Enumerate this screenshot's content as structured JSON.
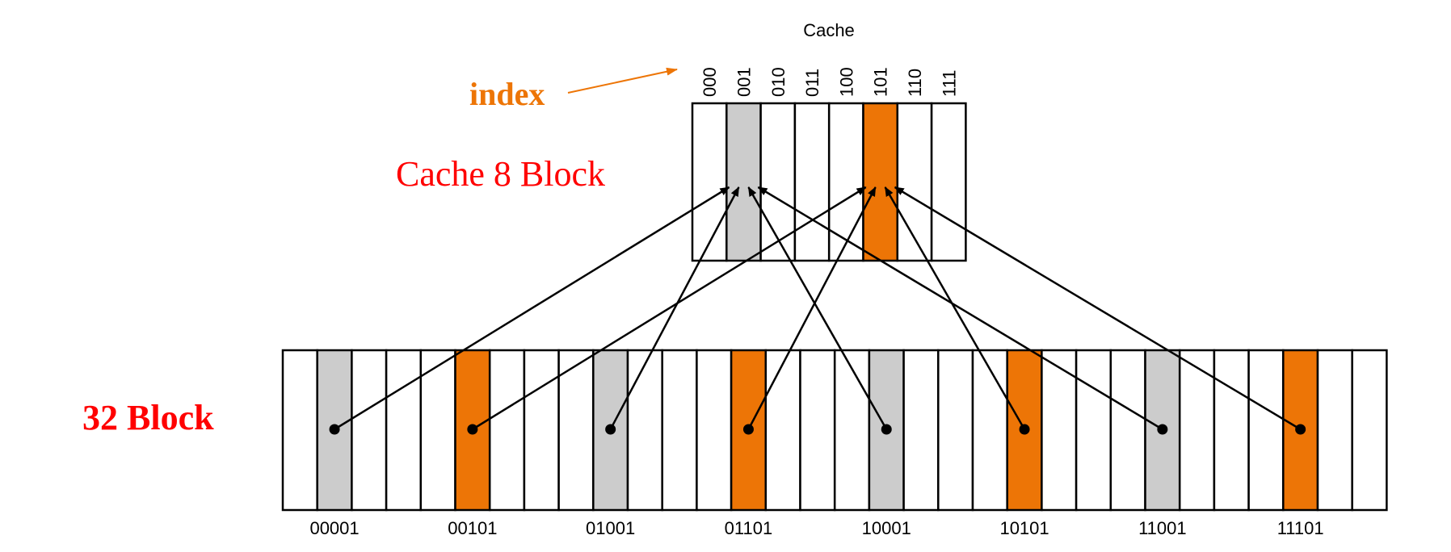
{
  "cache": {
    "title": "Cache",
    "label": "Cache 8 Block",
    "index_label": "index",
    "indices": [
      "000",
      "001",
      "010",
      "011",
      "100",
      "101",
      "110",
      "111"
    ]
  },
  "memory": {
    "label": "32 Block",
    "block_labels": [
      "00001",
      "00101",
      "01001",
      "01101",
      "10001",
      "10101",
      "11001",
      "11101"
    ]
  },
  "colors": {
    "orange": "#ED7506",
    "gray": "#CCCCCC",
    "red": "#FF0000",
    "black": "#000000"
  }
}
